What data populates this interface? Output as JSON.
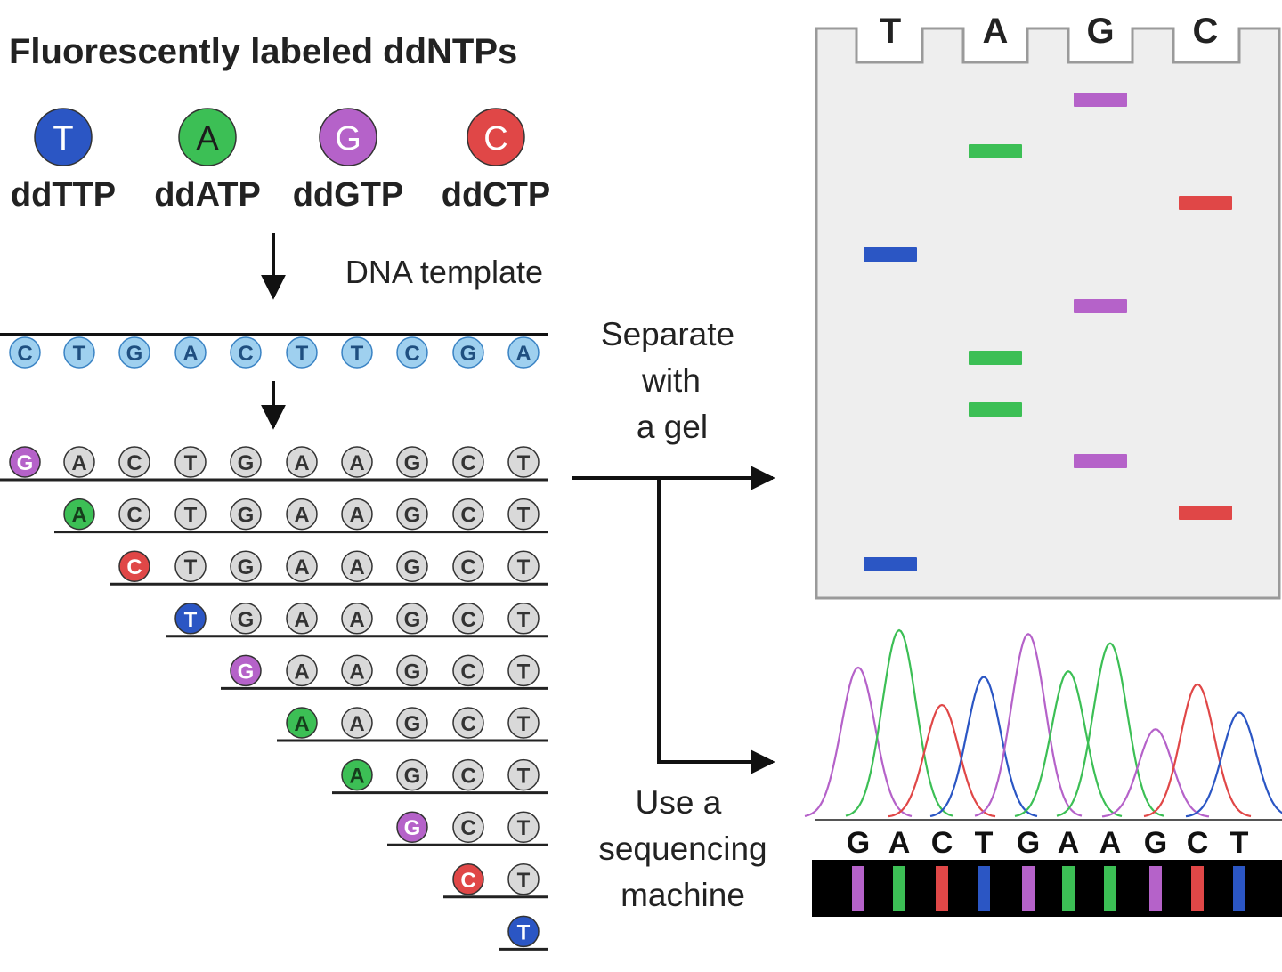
{
  "title": "Fluorescently labeled ddNTPs",
  "colors": {
    "T": "#2b56c4",
    "A": "#3cbf55",
    "G": "#b562c9",
    "C": "#e04747",
    "template_fill": "#9fd0ef",
    "template_stroke": "#3a83c4",
    "strand_fill": "#d9d9d9",
    "gel_bg": "#eeeeee",
    "gel_border": "#9a9a9a"
  },
  "ddntps": [
    {
      "letter": "T",
      "name": "ddTTP",
      "color_key": "T"
    },
    {
      "letter": "A",
      "name": "ddATP",
      "color_key": "A"
    },
    {
      "letter": "G",
      "name": "ddGTP",
      "color_key": "G"
    },
    {
      "letter": "C",
      "name": "ddCTP",
      "color_key": "C"
    }
  ],
  "dna_template_label": "DNA template",
  "template_sequence": [
    "C",
    "T",
    "G",
    "A",
    "C",
    "T",
    "T",
    "C",
    "G",
    "A"
  ],
  "fragments": [
    [
      "G",
      "A",
      "C",
      "T",
      "G",
      "A",
      "A",
      "G",
      "C",
      "T"
    ],
    [
      "A",
      "C",
      "T",
      "G",
      "A",
      "A",
      "G",
      "C",
      "T"
    ],
    [
      "C",
      "T",
      "G",
      "A",
      "A",
      "G",
      "C",
      "T"
    ],
    [
      "T",
      "G",
      "A",
      "A",
      "G",
      "C",
      "T"
    ],
    [
      "G",
      "A",
      "A",
      "G",
      "C",
      "T"
    ],
    [
      "A",
      "A",
      "G",
      "C",
      "T"
    ],
    [
      "A",
      "G",
      "C",
      "T"
    ],
    [
      "G",
      "C",
      "T"
    ],
    [
      "C",
      "T"
    ],
    [
      "T"
    ]
  ],
  "gel_step": {
    "line1": "Separate",
    "line2": "with",
    "line3": "a gel"
  },
  "sequencer_step": {
    "line1": "Use a",
    "line2": "sequencing",
    "line3": "machine"
  },
  "gel": {
    "lanes": [
      "T",
      "A",
      "G",
      "C"
    ],
    "bands": [
      {
        "lane": "G",
        "fragment_length": 10
      },
      {
        "lane": "A",
        "fragment_length": 9
      },
      {
        "lane": "C",
        "fragment_length": 8
      },
      {
        "lane": "T",
        "fragment_length": 7
      },
      {
        "lane": "G",
        "fragment_length": 6
      },
      {
        "lane": "A",
        "fragment_length": 5
      },
      {
        "lane": "A",
        "fragment_length": 4
      },
      {
        "lane": "G",
        "fragment_length": 3
      },
      {
        "lane": "C",
        "fragment_length": 2
      },
      {
        "lane": "T",
        "fragment_length": 1
      }
    ]
  },
  "readout": {
    "sequence": [
      "G",
      "A",
      "C",
      "T",
      "G",
      "A",
      "A",
      "G",
      "C",
      "T"
    ],
    "peak_heights": [
      0.8,
      1.0,
      0.6,
      0.75,
      0.98,
      0.78,
      0.93,
      0.47,
      0.71,
      0.56
    ]
  }
}
